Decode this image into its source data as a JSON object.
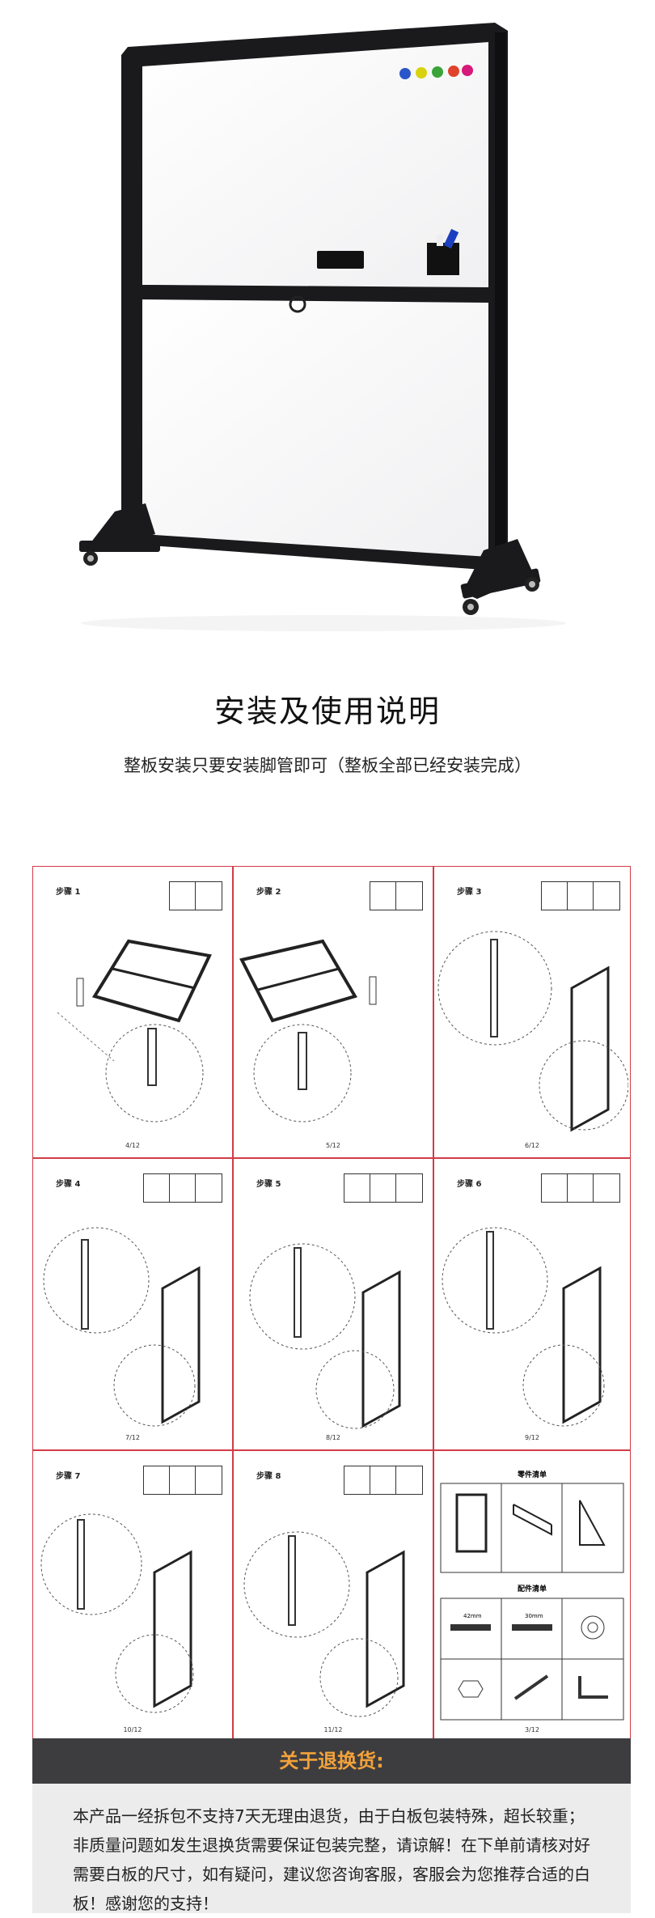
{
  "section": {
    "title": "安装及使用说明",
    "subtitle": "整板安装只要安装脚管即可（整板全部已经安装完成）"
  },
  "steps": [
    {
      "label": "步骤 1",
      "page": "4/12"
    },
    {
      "label": "步骤 2",
      "page": "5/12"
    },
    {
      "label": "步骤 3",
      "page": "6/12"
    },
    {
      "label": "步骤 4",
      "page": "7/12"
    },
    {
      "label": "步骤 5",
      "page": "8/12"
    },
    {
      "label": "步骤 6",
      "page": "9/12"
    },
    {
      "label": "步骤 7",
      "page": "10/12"
    },
    {
      "label": "步骤 8",
      "page": "11/12"
    }
  ],
  "parts_panel": {
    "title": "零件清单",
    "fittings_title": "配件清单",
    "dim1": "42mm",
    "dim2": "30mm",
    "page": "3/12"
  },
  "banner": {
    "title": "关于退换货:"
  },
  "notice": {
    "text": "本产品一经拆包不支持7天无理由退货，由于白板包装特殊，超长较重；非质量问题如发生退换货需要保证包装完整，请谅解！在下单前请核对好需要白板的尺寸，如有疑问，建议您咨询客服，客服会为您推荐合适的白板！感谢您的支持！"
  },
  "colors": {
    "banner_bg": "#3d3d40",
    "banner_text": "#f2a23a",
    "panel_border": "#d23b48",
    "magnets": [
      "#2a56c9",
      "#d8d20f",
      "#3aa43a",
      "#e0432b",
      "#d6197a"
    ]
  }
}
